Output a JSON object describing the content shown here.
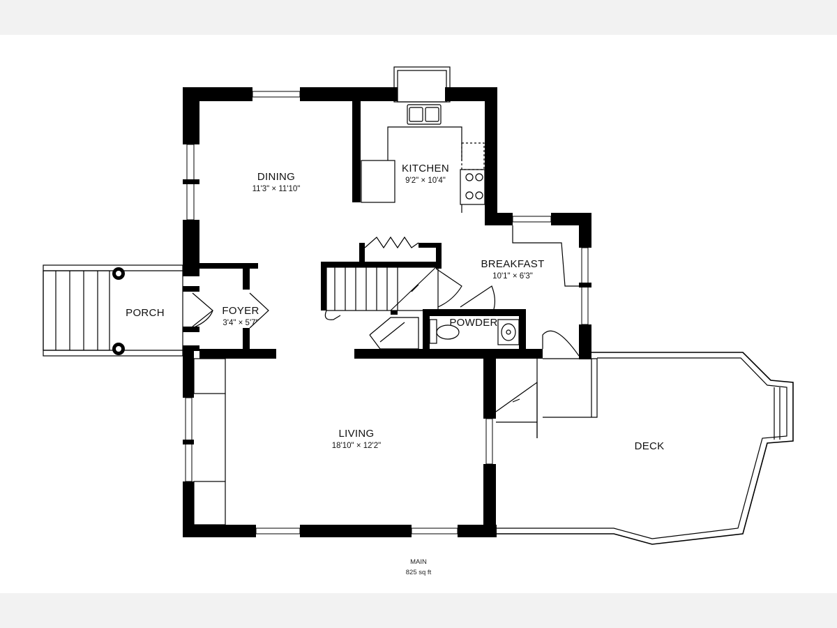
{
  "floor": {
    "name": "MAIN",
    "area": "825 sq ft"
  },
  "rooms": {
    "dining": {
      "name": "DINING",
      "dims": "11'3\" × 11'10\""
    },
    "kitchen": {
      "name": "KITCHEN",
      "dims": "9'2\" × 10'4\""
    },
    "breakfast": {
      "name": "BREAKFAST",
      "dims": "10'1\" × 6'3\""
    },
    "porch": {
      "name": "PORCH"
    },
    "foyer": {
      "name": "FOYER",
      "dims": "3'4\" × 5'7\""
    },
    "powder": {
      "name": "POWDER"
    },
    "living": {
      "name": "LIVING",
      "dims": "18'10\" × 12'2\""
    },
    "deck": {
      "name": "DECK"
    }
  }
}
